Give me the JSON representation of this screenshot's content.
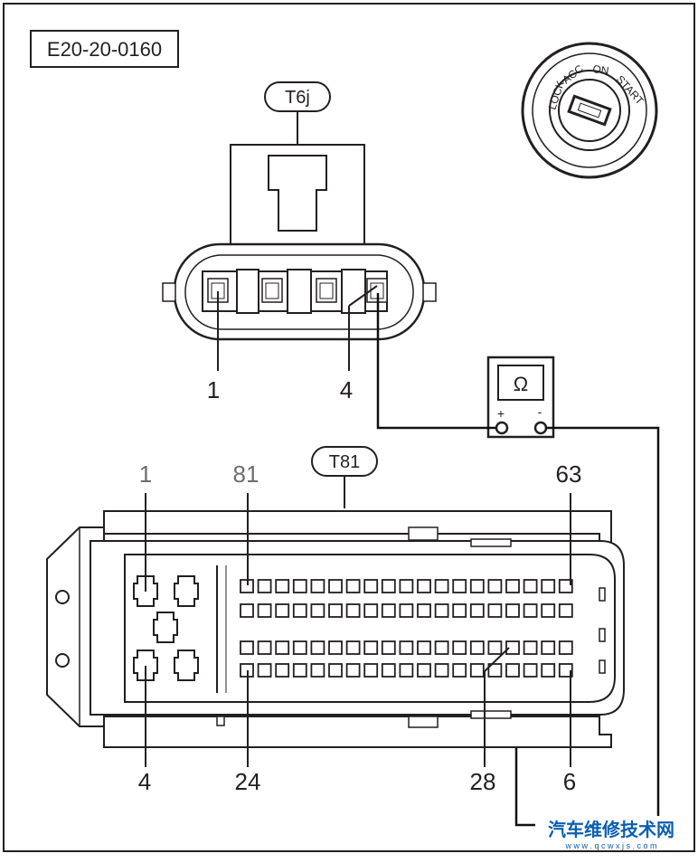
{
  "diagram_id": "E20-20-0160",
  "connector_small": {
    "name": "T6j",
    "pin_labels": [
      "1",
      "4"
    ]
  },
  "connector_ecu": {
    "name": "T81",
    "top_pin_labels": [
      "1",
      "81",
      "63"
    ],
    "bottom_pin_labels": [
      "4",
      "24",
      "28",
      "6"
    ]
  },
  "ignition_switch": {
    "positions": [
      "LOCK",
      "ACC",
      "ON",
      "START"
    ]
  },
  "ohmmeter": {
    "symbol": "Ω",
    "plus": "+",
    "minus": "-"
  },
  "watermark": {
    "title": "汽车维修技术网",
    "url": "w w w . q c w x j s . c o m"
  },
  "colors": {
    "line": "#231f20",
    "wire": "#111111",
    "watermark_blue": "#0b5fb0"
  }
}
